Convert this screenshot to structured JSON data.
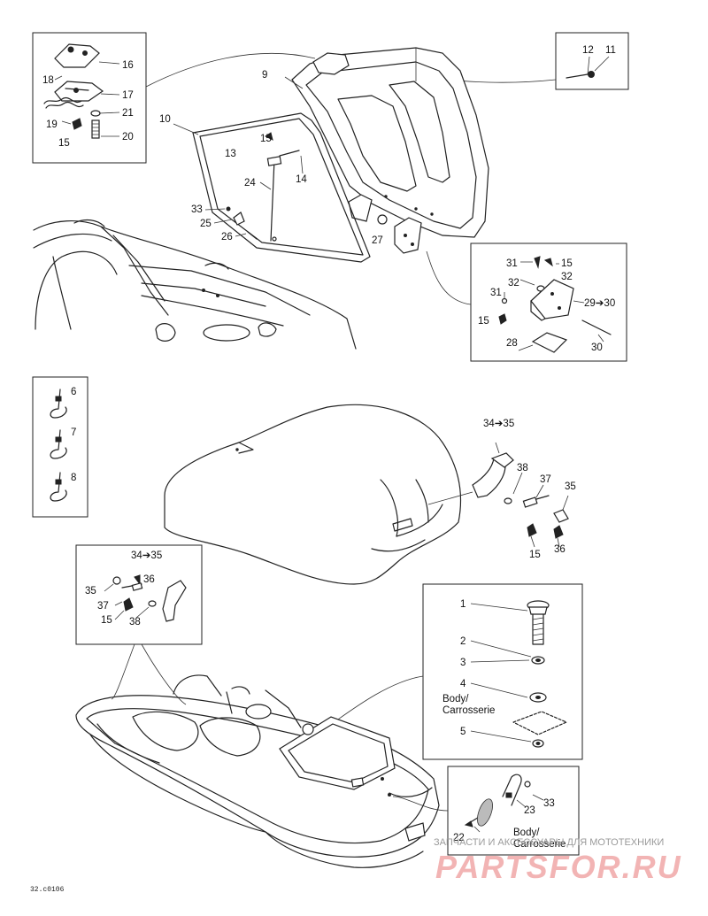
{
  "diagram_code": "32.c0106",
  "watermark": {
    "line1": "ЗАПЧАСТИ И АКСЕССУАРЫ ДЛЯ МОТОТЕХНИКИ",
    "brand": "PARTSFOR.RU"
  },
  "body_label": "Body/",
  "carrosserie_label": "Carrosserie",
  "callouts": {
    "c1": "1",
    "c2": "2",
    "c3": "3",
    "c4": "4",
    "c5": "5",
    "c6": "6",
    "c7": "7",
    "c8": "8",
    "c9": "9",
    "c10": "10",
    "c11": "11",
    "c12": "12",
    "c13": "13",
    "c14": "14",
    "c15a": "15",
    "c15b": "15",
    "c15c": "15",
    "c15d": "15",
    "c15e": "15",
    "c15f": "15",
    "c16": "16",
    "c17": "17",
    "c18": "18",
    "c19": "19",
    "c20": "20",
    "c21": "21",
    "c22": "22",
    "c23": "23",
    "c24": "24",
    "c25": "25",
    "c26": "26",
    "c27": "27",
    "c28": "28",
    "c29_30": "29➔30",
    "c30": "30",
    "c31a": "31",
    "c31b": "31",
    "c32a": "32",
    "c32b": "32",
    "c33a": "33",
    "c33b": "33",
    "c34_35a": "34➔35",
    "c34_35b": "34➔35",
    "c35a": "35",
    "c35b": "35",
    "c36a": "36",
    "c36b": "36",
    "c37a": "37",
    "c37b": "37",
    "c38a": "38",
    "c38b": "38"
  }
}
